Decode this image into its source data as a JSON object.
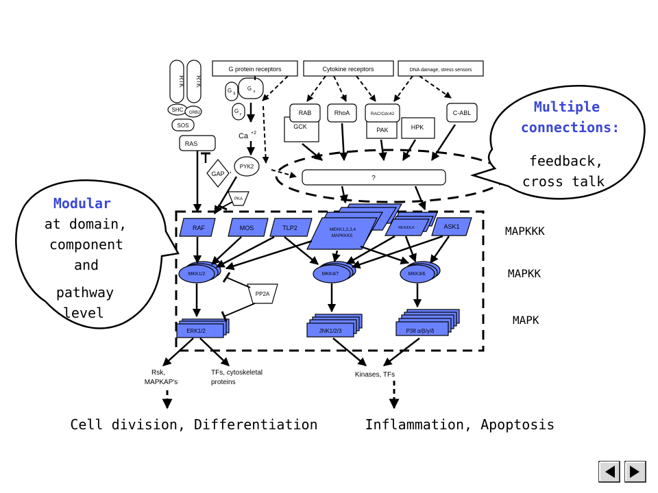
{
  "receptors": {
    "rtk_1": "RTK",
    "rtk_2": "RTK",
    "g_protein": "G protein receptors",
    "cytokine": "Cytokine receptors",
    "dna_damage": "DNA damage, stress sensors"
  },
  "g_subunits": {
    "beta": "G",
    "beta_sub": "β",
    "alpha": "G",
    "alpha_sub": "α",
    "gamma": "G",
    "gamma_sub": "γ"
  },
  "adaptors": {
    "shc": "SHC",
    "grb2": "GRB2",
    "sos": "SOS",
    "ras": "RAS",
    "calcium": "Ca",
    "calcium_sup": "+2",
    "gap": "GAP",
    "pyk2": "PYK2",
    "pka": "PKA"
  },
  "upstream": {
    "rab": "RAB",
    "rhoa": "RhoA",
    "rac": "RAC/Cdc42",
    "gck": "GCK",
    "pak": "PAK",
    "hpk": "HPK",
    "cabl": "C-ABL",
    "unknown": "?"
  },
  "mapkkk": {
    "raf": "RAF",
    "mos": "MOS",
    "tlp2": "TLP2",
    "mekk_line1": "MEKK1,2,3,4",
    "mekk_line2": "MAPKKK5",
    "mlk": "MLK/DLK",
    "ask1": "ASK1"
  },
  "mapkk": {
    "mkk12": "MKK1/2",
    "mkk47": "MKK4/7",
    "mkk36": "MKK3/6",
    "pp2a": "PP2A"
  },
  "mapk": {
    "erk": "ERK1/2",
    "jnk": "JNK1/2/3",
    "p38": "P38 α/β/γ/δ"
  },
  "tier_labels": {
    "mapkkk": "MAPKKK",
    "mapkk": "MAPKK",
    "mapk": "MAPK"
  },
  "outputs": {
    "rsk_line1": "Rsk,",
    "rsk_line2": "MAPKAP's",
    "tfs_line1": "TFs, cytoskeletal",
    "tfs_line2": "proteins",
    "kinases": "Kinases, TFs",
    "cell_division": "Cell division, Differentiation",
    "inflammation": "Inflammation, Apoptosis"
  },
  "callouts": {
    "multiple_line1": "Multiple",
    "multiple_line2": "connections:",
    "feedback_line1": "feedback,",
    "feedback_line2": "cross talk",
    "modular_title": "Modular",
    "modular_line1": "at domain,",
    "modular_line2": "component",
    "modular_line3": "and",
    "modular_line4": "pathway",
    "modular_line5": "level"
  },
  "colors": {
    "kinase_blue": "#6a82ff",
    "accent_text": "#3a47d6",
    "tier_box": "#000000"
  },
  "nav": {
    "prev_icon": "triangle-left-icon",
    "next_icon": "triangle-right-icon"
  }
}
